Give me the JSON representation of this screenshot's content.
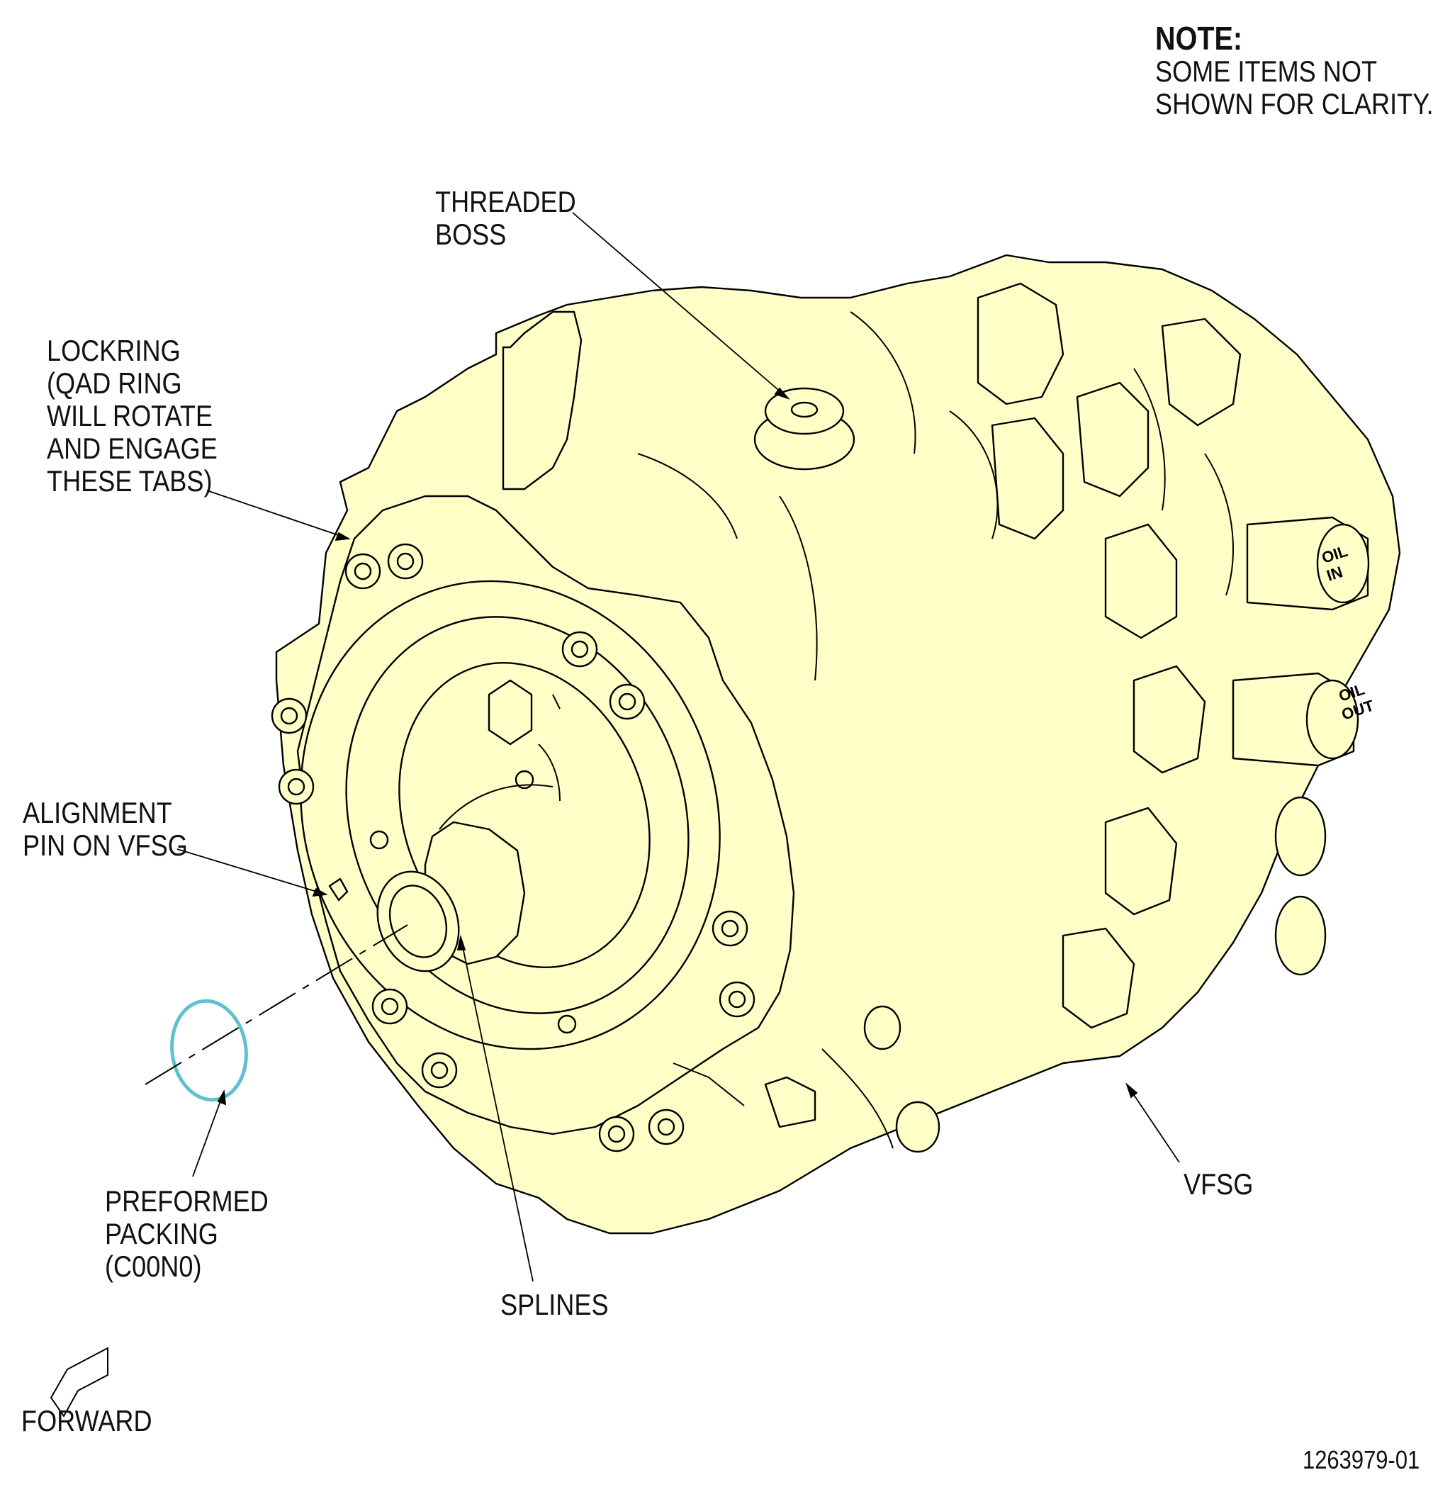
{
  "note": {
    "title": "NOTE:",
    "lines": [
      "SOME ITEMS NOT",
      "SHOWN FOR CLARITY."
    ]
  },
  "callouts": {
    "threaded_boss": [
      "THREADED",
      "BOSS"
    ],
    "lockring": [
      "LOCKRING",
      "(QAD RING",
      "WILL ROTATE",
      "AND ENGAGE",
      "THESE TABS)"
    ],
    "alignment_pin": [
      "ALIGNMENT",
      "PIN ON VFSG"
    ],
    "preformed_packing": [
      "PREFORMED",
      "PACKING",
      "(C00N0)"
    ],
    "splines": [
      "SPLINES"
    ],
    "vfsg": [
      "VFSG"
    ],
    "forward": [
      "FORWARD"
    ]
  },
  "port_labels": {
    "oil_in": [
      "OIL",
      "IN"
    ],
    "oil_out": [
      "OIL",
      "OUT"
    ]
  },
  "figure_id": "1263979-01",
  "colors": {
    "housing_fill": "#FFFFC8",
    "line": "#000000",
    "packing": "#5FC0D0",
    "background": "#FFFFFF"
  }
}
